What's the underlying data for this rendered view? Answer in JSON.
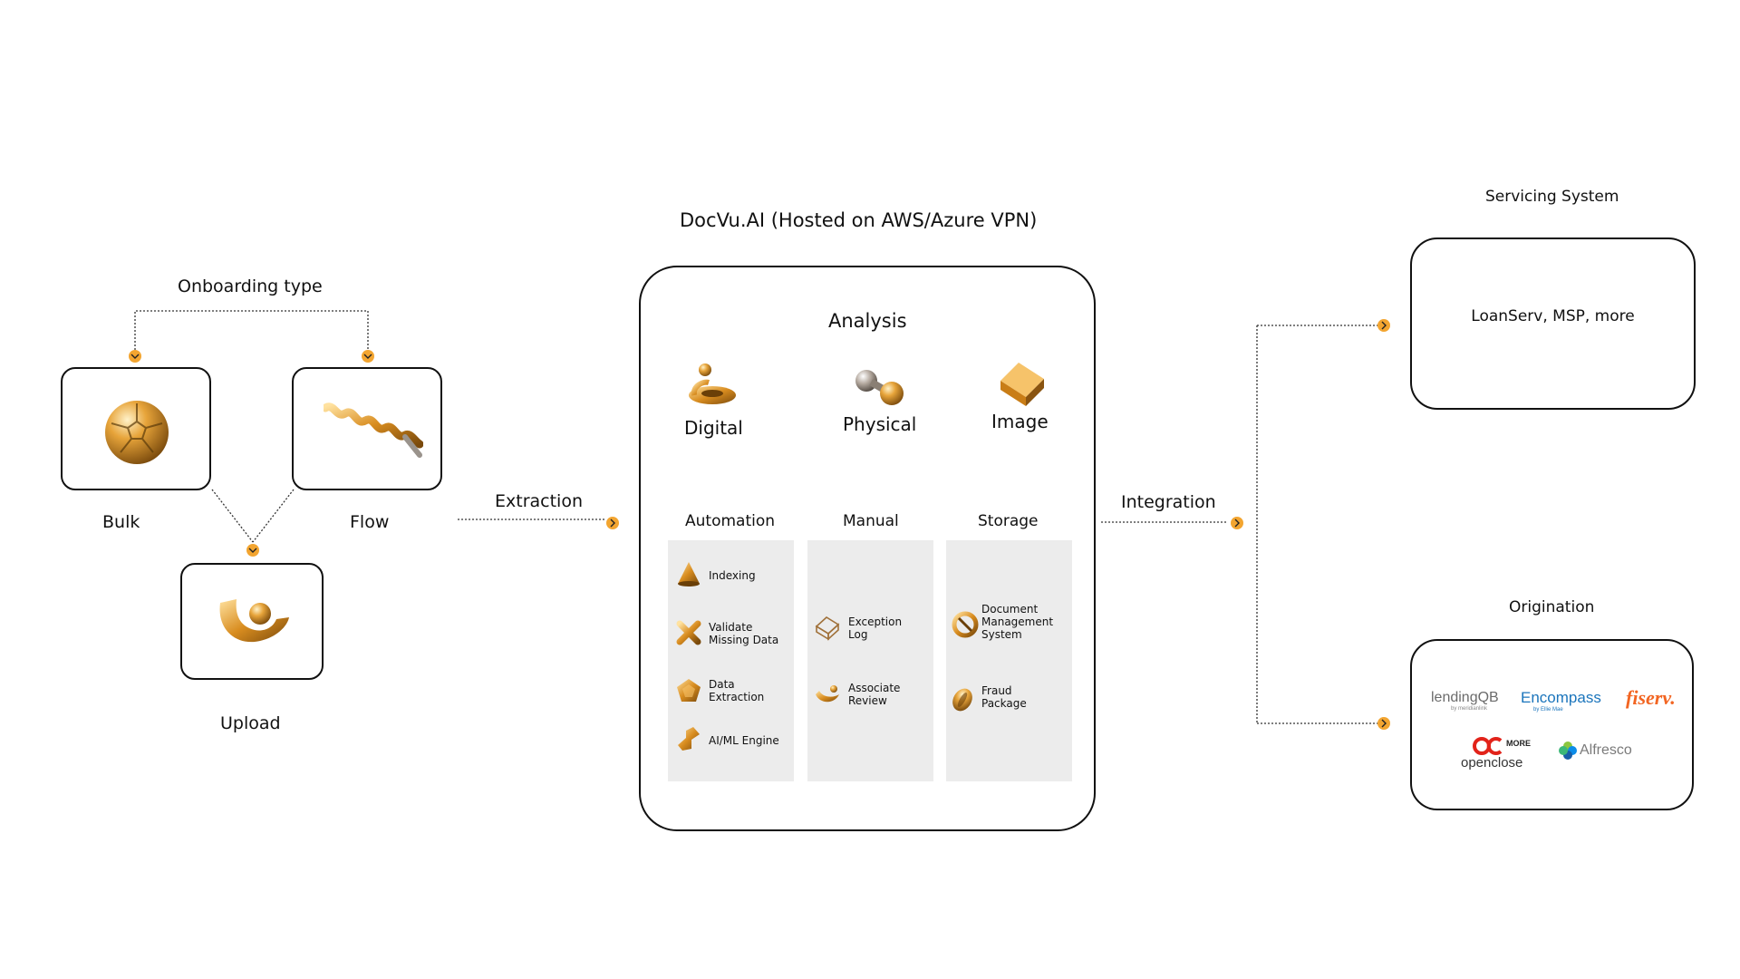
{
  "onboarding": {
    "title": "Onboarding type",
    "bulk_label": "Bulk",
    "flow_label": "Flow",
    "upload_label": "Upload",
    "icons": {
      "bulk": "gold-soccer-ball-icon",
      "flow": "gold-ribbon-icon",
      "upload": "gold-magnet-sphere-icon"
    }
  },
  "connectors": {
    "extraction_label": "Extraction",
    "integration_label": "Integration"
  },
  "platform": {
    "title": "DocVu.AI (Hosted on AWS/Azure VPN)",
    "analysis_title": "Analysis",
    "analysis_types": [
      {
        "label": "Digital",
        "icon": "gold-ring-sphere-icon"
      },
      {
        "label": "Physical",
        "icon": "dumbbell-spheres-icon"
      },
      {
        "label": "Image",
        "icon": "gold-cube-icon"
      }
    ],
    "columns": [
      {
        "header": "Automation",
        "items": [
          {
            "label": "Indexing",
            "icon": "gold-cone-icon"
          },
          {
            "label": "Validate\nMissing Data",
            "icon": "gold-cross-icon"
          },
          {
            "label": "Data\nExtraction",
            "icon": "gold-pentagon-icon"
          },
          {
            "label": "AI/ML Engine",
            "icon": "gold-stairs-icon"
          }
        ]
      },
      {
        "header": "Manual",
        "items": [
          {
            "label": "Exception\nLog",
            "icon": "wireframe-cube-icon"
          },
          {
            "label": "Associate\nReview",
            "icon": "gold-crescent-icon"
          }
        ]
      },
      {
        "header": "Storage",
        "items": [
          {
            "label": "Document\nManagement\nSystem",
            "icon": "gold-torus-icon"
          },
          {
            "label": "Fraud\nPackage",
            "icon": "gold-disc-icon"
          }
        ]
      }
    ]
  },
  "servicing": {
    "title": "Servicing System",
    "body": "LoanServ, MSP, more"
  },
  "origination": {
    "title": "Origination",
    "logos": [
      {
        "name": "lendingQB",
        "sub": "by meridianlink",
        "color": "#6b6b6b"
      },
      {
        "name": "Encompass",
        "sub": "by Ellie Mae",
        "color": "#1b75bc"
      },
      {
        "name": "fiserv.",
        "color": "#f26522"
      },
      {
        "name": "openclose",
        "extra": "MORE",
        "color": "#e2231a"
      },
      {
        "name": "Alfresco",
        "color": "#7a7a7a"
      }
    ]
  },
  "colors": {
    "accent": "#f3a530",
    "panel": "#ececec",
    "stroke": "#111111"
  }
}
